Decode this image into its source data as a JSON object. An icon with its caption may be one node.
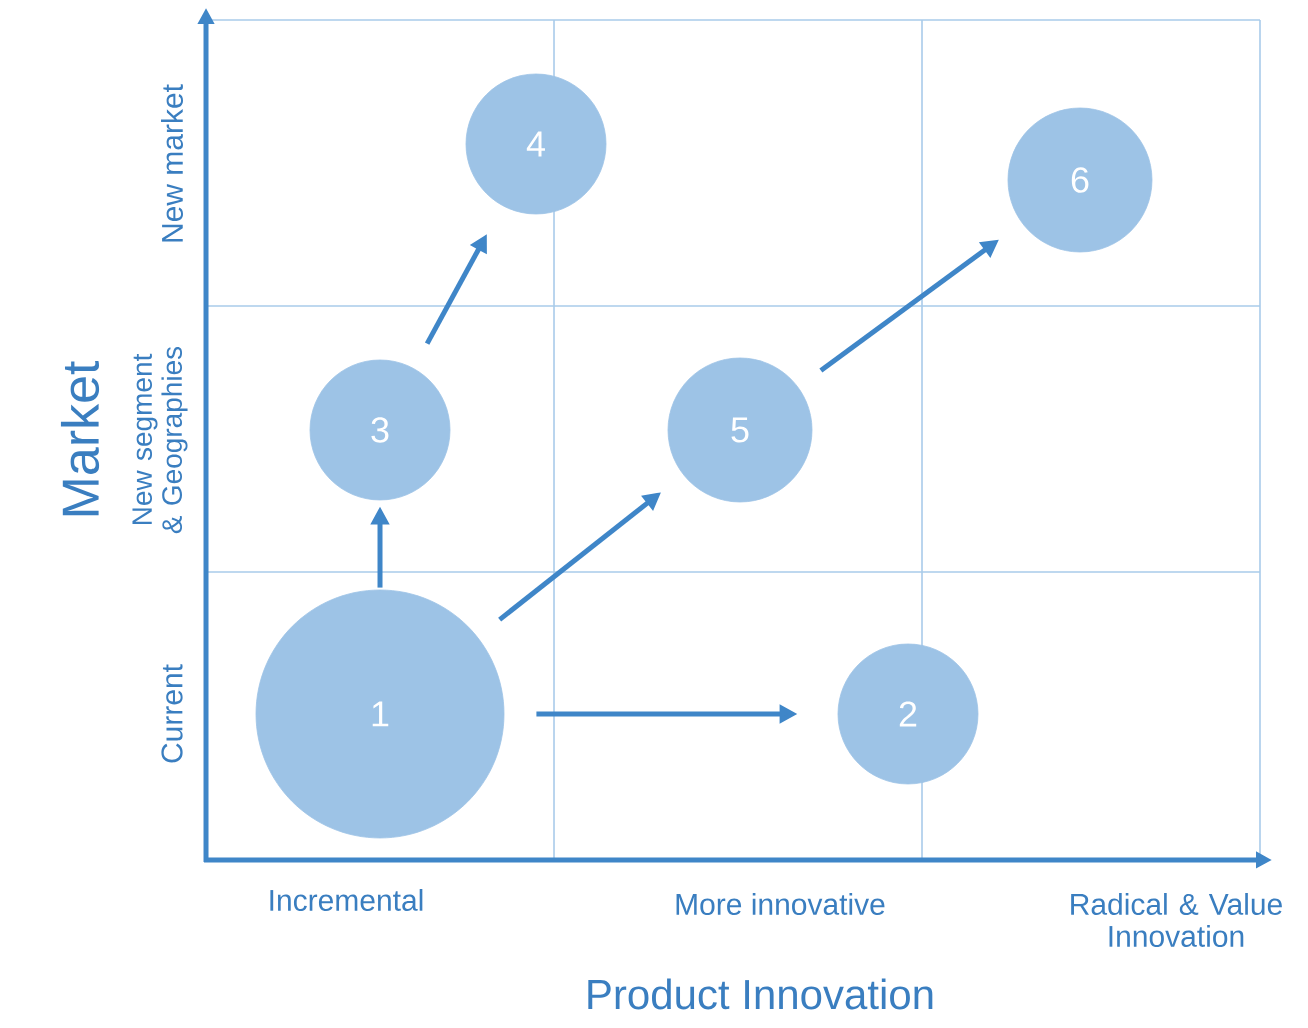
{
  "diagram": {
    "nodes": [
      {
        "text": [
          "1"
        ]
      },
      {
        "text": [
          "2"
        ]
      },
      {
        "text": [
          "3"
        ]
      },
      {
        "text": [
          "4"
        ]
      },
      {
        "text": [
          "5"
        ]
      },
      {
        "text": [
          "6"
        ]
      }
    ],
    "edges": [
      {
        "from": 0,
        "to": 1,
        "arrow": "to"
      },
      {
        "from": 0,
        "to": 2,
        "arrow": "to"
      },
      {
        "from": 0,
        "to": 4,
        "arrow": "to"
      },
      {
        "from": 2,
        "to": 3,
        "arrow": "to"
      },
      {
        "from": 4,
        "to": 5,
        "arrow": "to"
      }
    ],
    "labels": [
      "Market",
      "New market",
      "New segment & Geographies",
      "Current",
      "Incremental",
      "More innovative",
      "Radical & Value Innovation",
      "Product Innovation"
    ]
  }
}
